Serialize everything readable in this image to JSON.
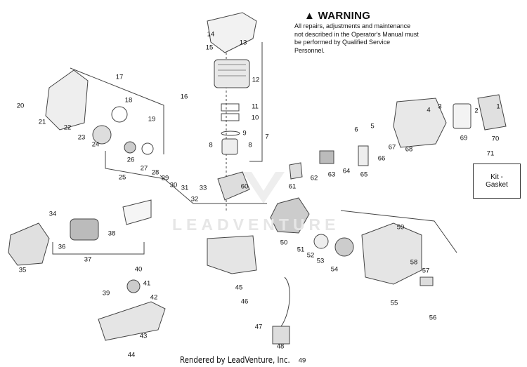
{
  "warning": {
    "title": "WARNING",
    "body": "All repairs, adjustments and maintenance not described in the Operator's Manual must be performed by Qualified Service Personnel."
  },
  "kit": {
    "line1": "Kit -",
    "line2": "Gasket"
  },
  "callouts": [
    "1",
    "2",
    "3",
    "4",
    "5",
    "6",
    "7",
    "8",
    "8",
    "9",
    "10",
    "11",
    "12",
    "13",
    "14",
    "15",
    "16",
    "17",
    "18",
    "19",
    "20",
    "21",
    "22",
    "23",
    "24",
    "25",
    "26",
    "27",
    "28",
    "29",
    "30",
    "31",
    "32",
    "33",
    "34",
    "35",
    "36",
    "37",
    "38",
    "39",
    "40",
    "41",
    "42",
    "43",
    "44",
    "45",
    "46",
    "47",
    "48",
    "49",
    "50",
    "51",
    "52",
    "53",
    "54",
    "55",
    "56",
    "57",
    "58",
    "59",
    "60",
    "61",
    "62",
    "63",
    "64",
    "65",
    "66",
    "67",
    "68",
    "69",
    "70",
    "71"
  ],
  "footer": "Rendered by LeadVenture, Inc.",
  "watermark": "LEADVENTURE"
}
